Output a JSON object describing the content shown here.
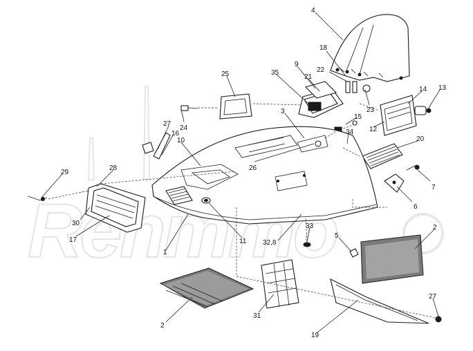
{
  "watermark": {
    "text": "Rehmmo"
  },
  "labels": {
    "l1": "1",
    "l2a": "2",
    "l2b": "2",
    "l3": "3",
    "l4": "4",
    "l5": "5",
    "l6": "6",
    "l7": "7",
    "l9": "9",
    "l10": "10",
    "l11": "11",
    "l12": "12",
    "l13": "13",
    "l14": "14",
    "l15": "15",
    "l16": "16",
    "l17": "17",
    "l18": "18",
    "l19": "19",
    "l20": "20",
    "l21": "21",
    "l22": "22",
    "l23": "23",
    "l24": "24",
    "l25": "25",
    "l26": "26",
    "l27a": "27",
    "l27b": "27",
    "l28": "28",
    "l29": "29",
    "l30": "30",
    "l31": "31",
    "l32_8": "32,8",
    "l33": "33",
    "l34": "34",
    "l35": "35"
  },
  "colors": {
    "line": "#1a1a1a",
    "watermark": "#e4e4e4",
    "background": "#ffffff"
  }
}
